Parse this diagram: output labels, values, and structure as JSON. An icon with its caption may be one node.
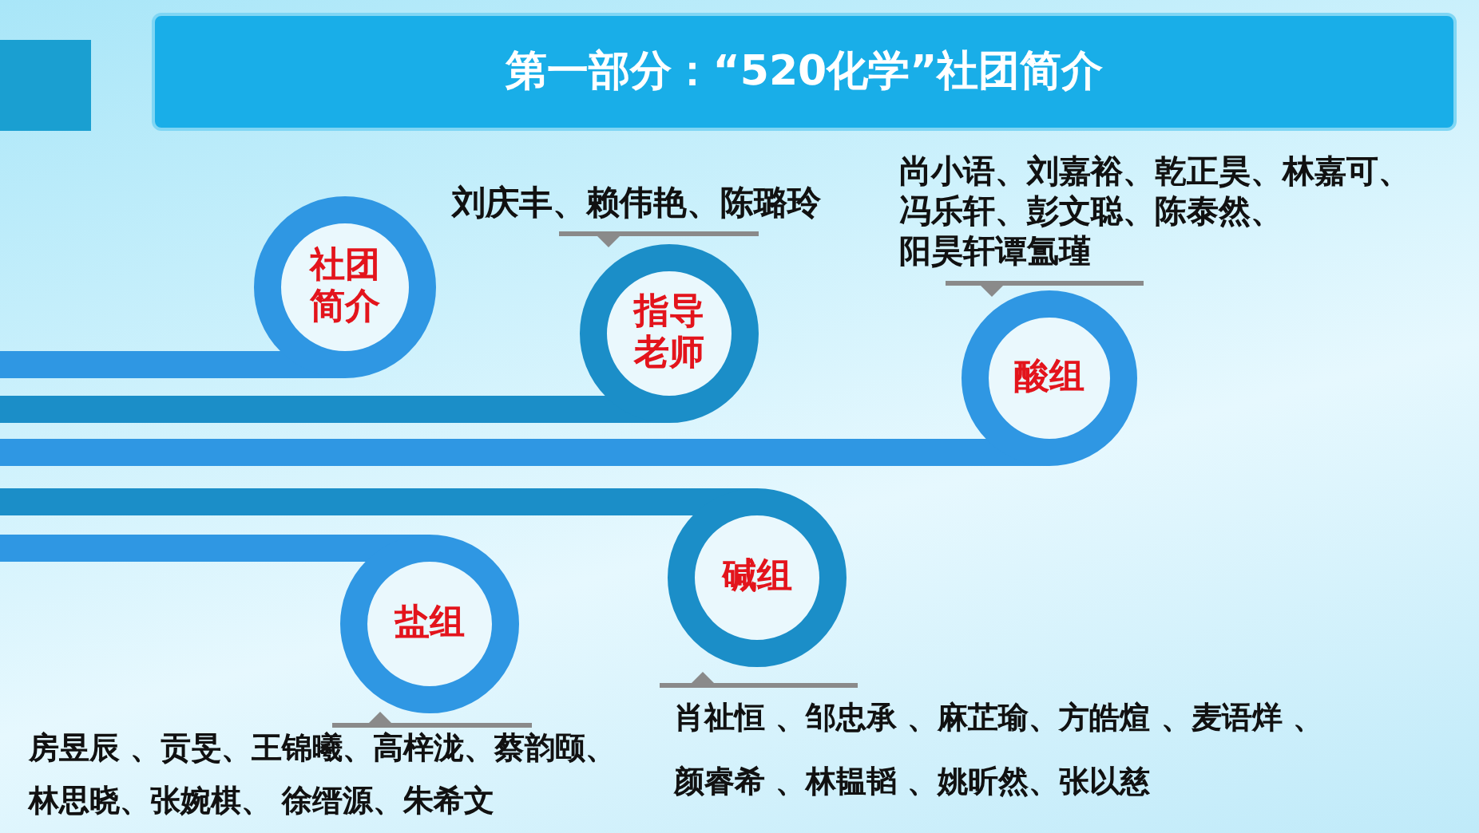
{
  "diagram": {
    "title": "第一部分：“520化学”社团简介",
    "nodes": [
      {
        "text": [
          "社团简介"
        ]
      },
      {
        "text": [
          "指导老师"
        ],
        "beside": [
          "刘庆丰、赖伟艳、陈璐玲"
        ]
      },
      {
        "text": [
          "酸组"
        ],
        "beside": [
          "尚小语、刘嘉裕、乾正昊、林嘉可、冯乐轩、彭文聪、陈泰然、阳昊轩谭氲瑾"
        ]
      },
      {
        "text": [
          "碱组"
        ],
        "beside": [
          "肖祉恒 、邹忠承 、麻芷瑜、方皓煊 、麦语烊 、颜睿希 、林韫韬 、姚昕然、张以慈"
        ]
      },
      {
        "text": [
          "盐组"
        ],
        "beside": [
          "房昱辰 、贡旻、王锦曦、高梓泷、蔡韵颐、林思晓、张婉棋、 徐缙源、朱希文"
        ]
      }
    ]
  }
}
